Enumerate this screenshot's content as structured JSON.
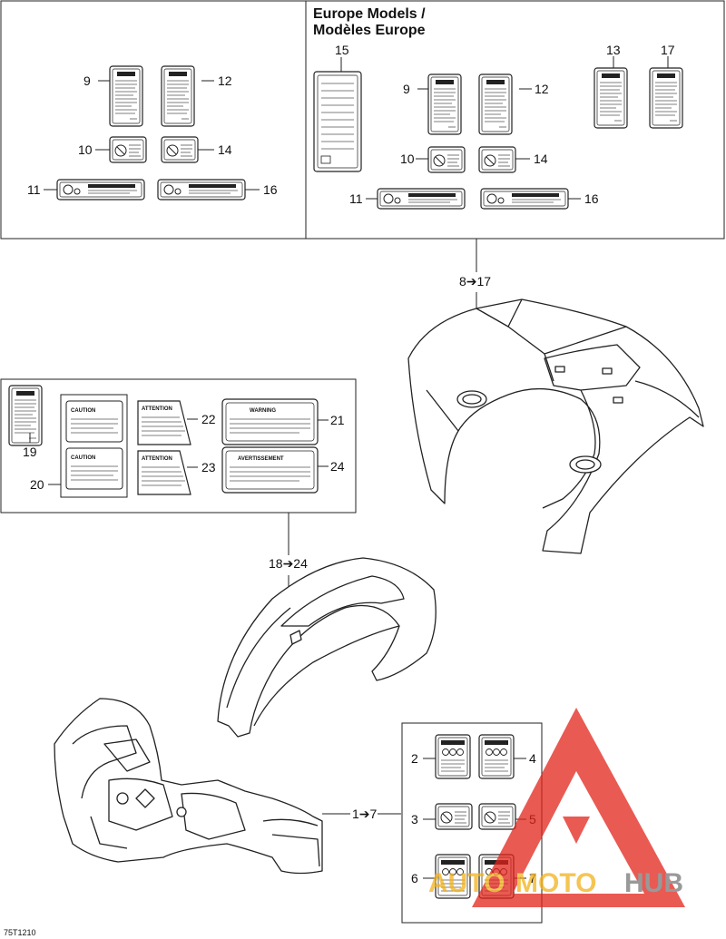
{
  "header": {
    "line1": "Europe Models /",
    "line2": "Modèles Europe"
  },
  "callouts": {
    "c9a": "9",
    "c12a": "12",
    "c10a": "10",
    "c14a": "14",
    "c11a": "11",
    "c16a": "16",
    "c15": "15",
    "c9b": "9",
    "c12b": "12",
    "c10b": "10",
    "c14b": "14",
    "c11b": "11",
    "c16b": "16",
    "c13": "13",
    "c17": "17",
    "r8_17": "8➔17",
    "r18_24": "18➔24",
    "r1_7": "1➔7",
    "c19": "19",
    "c20": "20",
    "c21": "21",
    "c22": "22",
    "c23": "23",
    "c24": "24",
    "c2": "2",
    "c3": "3",
    "c4": "4",
    "c5": "5",
    "c6": "6",
    "c7": "7"
  },
  "decal_titles": {
    "caution1": "CAUTION",
    "caution2": "CAUTION",
    "attention1": "ATTENTION",
    "attention2": "ATTENTION",
    "warning": "WARNING",
    "avertissement": "AVERTISSEMENT"
  },
  "reference_code": "75T1210",
  "watermark": {
    "part1": "AUTO",
    "part2": "MOTO",
    "part3": "HUB",
    "color_red": "#e2231a",
    "color_yellow": "#f2b21b"
  }
}
